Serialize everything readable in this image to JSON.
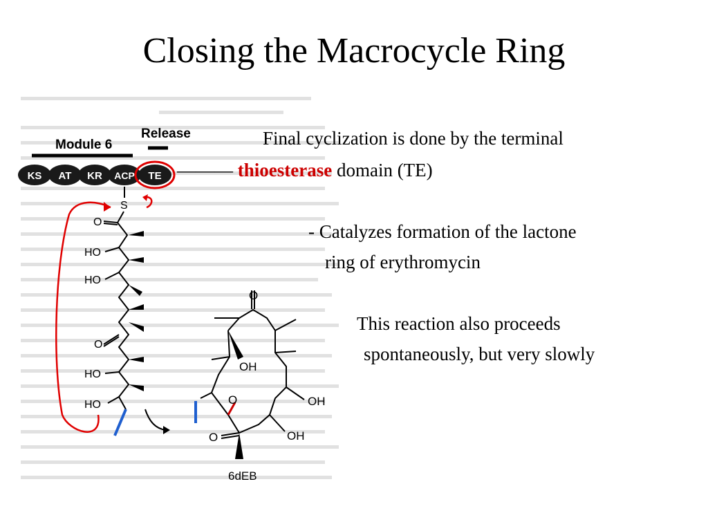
{
  "slide": {
    "title": "Closing the Macrocycle Ring",
    "line1": "Final cyclization is done by the terminal",
    "line2_dash": "———",
    "line2_highlight": "thioesterase",
    "line2_rest": "domain (TE)",
    "bullet_line1": "- Catalyzes formation of the lactone",
    "bullet_line2": "ring of erythromycin",
    "note_line1": "This reaction also proceeds",
    "note_line2": "spontaneously, but very slowly"
  },
  "figure": {
    "module_label": "Module 6",
    "release_label": "Release",
    "domains": [
      "KS",
      "AT",
      "KR",
      "ACP",
      "TE"
    ],
    "s_atom": "S",
    "chain_labels": {
      "ho1": "HO",
      "ho2": "HO",
      "ho3": "HO",
      "ho4": "HO"
    },
    "ring_labels": {
      "o_top": "O",
      "oh1": "OH",
      "oh2": "OH",
      "oh3": "OH",
      "o_ring": "O",
      "o_lactone": "O"
    },
    "product_name": "6dEB"
  },
  "colors": {
    "highlight": "#cc0000",
    "arrow_red": "#e00000",
    "bond_blue": "#1f5fcf",
    "domain_fill": "#1a1a1a"
  }
}
